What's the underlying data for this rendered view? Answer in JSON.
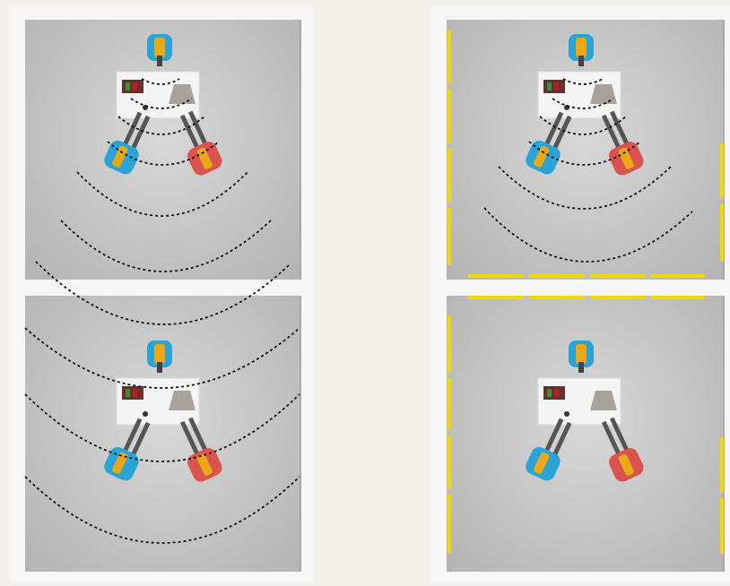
{
  "scenes": [
    {
      "id": "top-left",
      "object_alignment": "normal"
    },
    {
      "id": "top-right",
      "object_alignment": "normal"
    },
    {
      "id": "bottom-left",
      "object_alignment": "normal"
    },
    {
      "id": "bottom-right",
      "object_alignment": "normal"
    }
  ],
  "colors": {
    "background": "#f3f0eb",
    "floor": "#c8c8c8",
    "wave": "#111111",
    "barrier": "#f0d800",
    "robot_blue": "#2aa3d6",
    "robot_red": "#d9534f",
    "robot_yellow": "#e8a817",
    "table": "#f2f2f2"
  },
  "icons": [
    "robot-arm-icon",
    "table-icon",
    "box-icon",
    "bag-icon"
  ]
}
